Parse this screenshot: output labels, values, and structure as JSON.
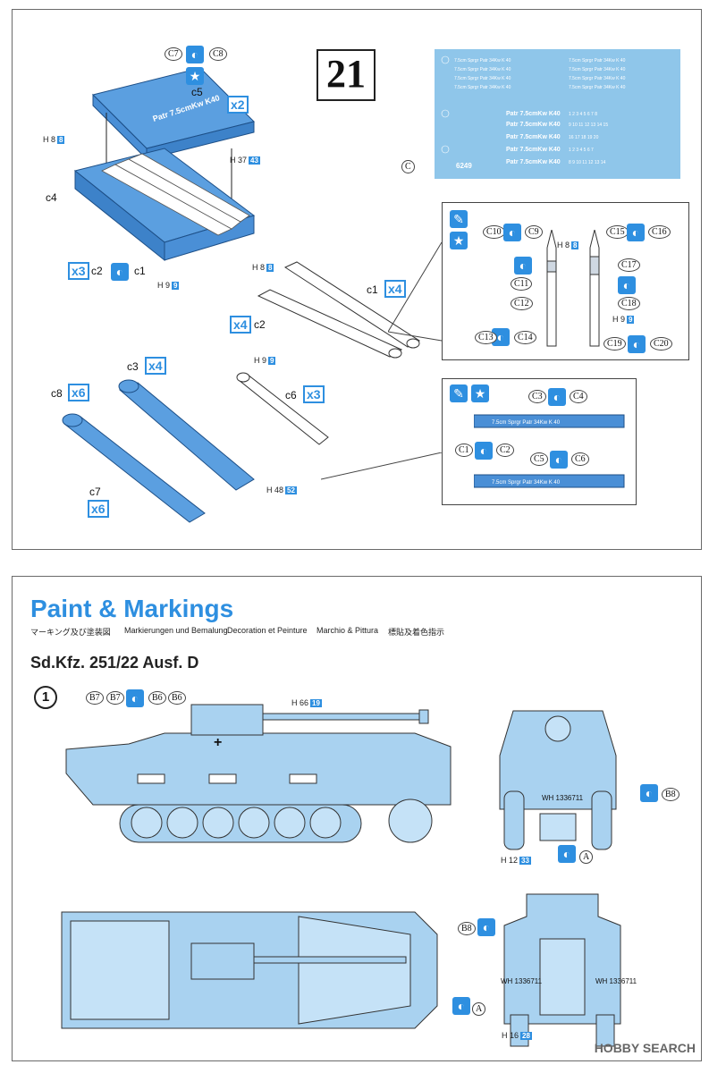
{
  "step_number": "21",
  "decal_sheet": {
    "number": "6249",
    "rows": [
      "7.5cm Sprgr Patr 34Kw K 40",
      "Patr 7.5cmKw K40",
      "Patr 7.5cmKw K40",
      "Patr 7.5cmKw K40"
    ],
    "ref": "C"
  },
  "parts": {
    "c1": "c1",
    "c2": "c2",
    "c3": "c3",
    "c4": "c4",
    "c5": "c5",
    "c6": "c6",
    "c7": "c7",
    "c8": "c8"
  },
  "decals_step": {
    "c7": "C7",
    "c8": "C8",
    "c3": "C3",
    "c4": "C4",
    "c1": "C1",
    "c2": "C2",
    "c5": "C5",
    "c6": "C6",
    "c9": "C9",
    "c10": "C10",
    "c11": "C11",
    "c12": "C12",
    "c13": "C13",
    "c14": "C14",
    "c15": "C15",
    "c16": "C16",
    "c17": "C17",
    "c18": "C18",
    "c19": "C19",
    "c20": "C20"
  },
  "multipliers": {
    "box_lid": "x2",
    "c2": "x3",
    "c1": "x4",
    "c2b": "x4",
    "c3": "x4",
    "c6": "x3",
    "c8": "x6",
    "c7": "x6"
  },
  "box_text": "Patr 7.5cmKw K40",
  "paint_callouts": {
    "h8_8": [
      "H",
      "8",
      "8"
    ],
    "h37_43": [
      "H",
      "37",
      "43"
    ],
    "h9_9": [
      "H",
      "9",
      "9"
    ],
    "h48_52": [
      "H",
      "48",
      "52"
    ],
    "h66_19": [
      "H",
      "66",
      "19"
    ],
    "h12_33": [
      "H",
      "12",
      "33"
    ],
    "h16_28": [
      "H",
      "16",
      "28"
    ]
  },
  "bottom": {
    "title": "Paint & Markings",
    "subtitles": [
      "マーキング及び塗装図",
      "Markierungen und Bemalung",
      "Decoration et Peinture",
      "Marchio & Pittura",
      "標貼及着色指示"
    ],
    "vehicle_name": "Sd.Kfz. 251/22 Ausf. D",
    "scheme": "1",
    "decal_labels": {
      "b7a": "B7",
      "b7b": "B7",
      "b6a": "B6",
      "b6b": "B6",
      "b8a": "B8",
      "b8b": "B8",
      "a1": "A",
      "a2": "A"
    },
    "plates": {
      "front": "WH 1336711",
      "rear_left": "WH 1336711",
      "rear_right": "WH 1336711"
    }
  },
  "watermark": "HOBBY SEARCH"
}
